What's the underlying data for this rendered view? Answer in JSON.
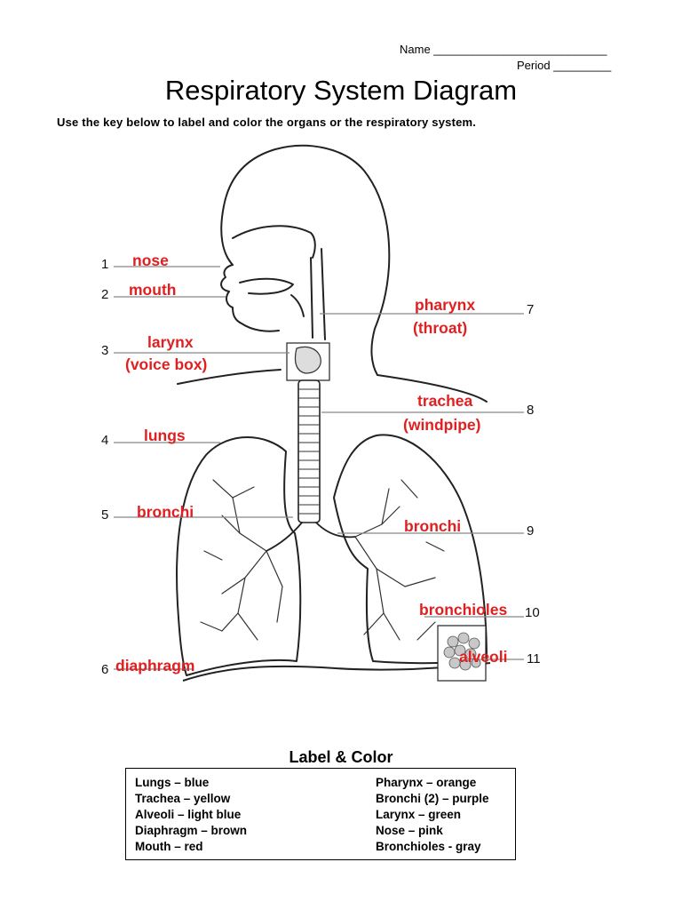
{
  "header": {
    "name_field": "Name ___________________________",
    "period_field": "Period _________"
  },
  "title": "Respiratory System Diagram",
  "instructions": "Use the key below to label and color the organs or the respiratory system.",
  "labels": [
    {
      "number": "1",
      "lines": [
        "nose"
      ]
    },
    {
      "number": "2",
      "lines": [
        "mouth"
      ]
    },
    {
      "number": "3",
      "lines": [
        "larynx",
        "(voice box)"
      ]
    },
    {
      "number": "4",
      "lines": [
        "lungs"
      ]
    },
    {
      "number": "5",
      "lines": [
        "bronchi"
      ]
    },
    {
      "number": "6",
      "lines": [
        "diaphragm"
      ]
    },
    {
      "number": "7",
      "lines": [
        "pharynx",
        "(throat)"
      ]
    },
    {
      "number": "8",
      "lines": [
        "trachea",
        "(windpipe)"
      ]
    },
    {
      "number": "9",
      "lines": [
        "bronchi"
      ]
    },
    {
      "number": "10",
      "lines": [
        "bronchioles"
      ]
    },
    {
      "number": "11",
      "lines": [
        "alveoli"
      ]
    }
  ],
  "key": {
    "heading": "Label & Color",
    "left": [
      "Lungs – blue",
      "Trachea – yellow",
      "Alveoli – light blue",
      "Diaphragm – brown",
      "Mouth – red"
    ],
    "right": [
      "Pharynx – orange",
      "Bronchi (2) – purple",
      "Larynx – green",
      "Nose – pink",
      "Bronchioles - gray"
    ]
  },
  "colors": {
    "label_text": "#e02020",
    "outline": "#222222",
    "leader_line": "#888888"
  }
}
